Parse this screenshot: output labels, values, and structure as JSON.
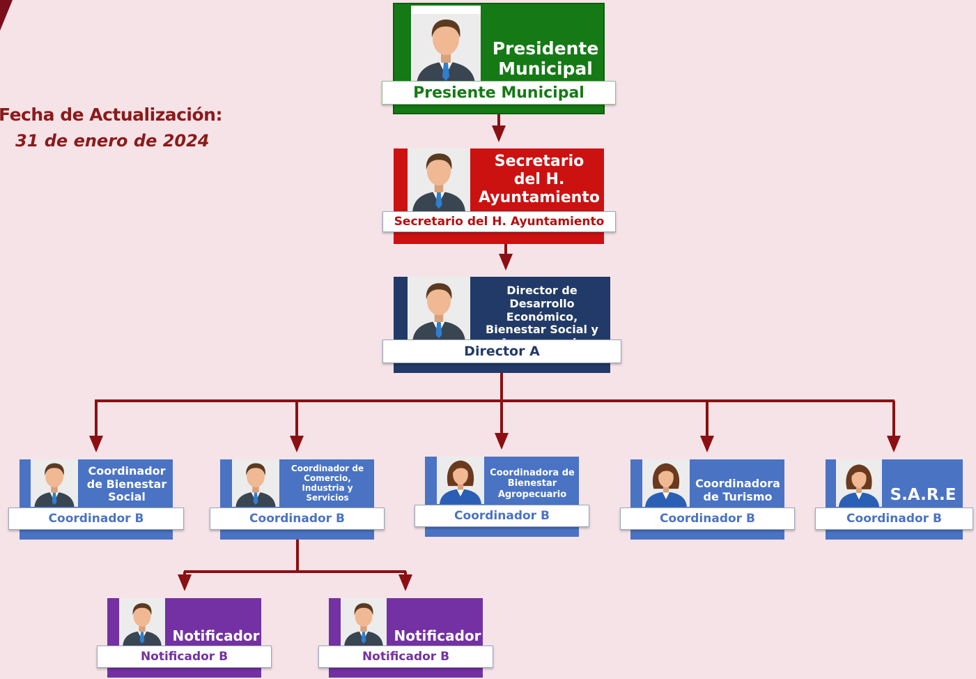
{
  "header": {
    "fecha_label": "Fecha de Actualización:",
    "fecha_date": "31 de enero de 2024"
  },
  "colors": {
    "connector": "#8b1013",
    "background": "#f5e3e8",
    "green": "#157a15",
    "red": "#cc1111",
    "navy": "#223a67",
    "blue": "#4a73c4",
    "purple": "#7431a3"
  },
  "nodes": {
    "presidente": {
      "title": "Presidente Municipal",
      "position": "Presiente Municipal",
      "icon": "male-avatar-icon"
    },
    "secretario": {
      "title": "Secretario del H. Ayuntamiento",
      "position": "Secretario del H. Ayuntamiento",
      "icon": "male-avatar-icon"
    },
    "director": {
      "title": "Director de Desarrollo Económico, Bienestar Social y Agropecuario",
      "position": "Director A",
      "icon": "male-avatar-icon"
    },
    "coord_bienestar": {
      "title": "Coordinador de Bienestar Social",
      "position": "Coordinador B",
      "icon": "male-avatar-icon"
    },
    "coord_comercio": {
      "title": "Coordinador de Comercio, Industria y Servicios",
      "position": "Coordinador B",
      "icon": "male-avatar-icon"
    },
    "coord_agropecuario": {
      "title": "Coordinadora de Bienestar Agropecuario",
      "position": "Coordinador B",
      "icon": "female-avatar-icon"
    },
    "coord_turismo": {
      "title": "Coordinadora de Turismo",
      "position": "Coordinador B",
      "icon": "female-avatar-icon"
    },
    "sare": {
      "title": "S.A.R.E",
      "position": "Coordinador B",
      "icon": "female-avatar-icon"
    },
    "notificador_1": {
      "title": "Notificador",
      "position": "Notificador B",
      "icon": "male-avatar-icon"
    },
    "notificador_2": {
      "title": "Notificador",
      "position": "Notificador B",
      "icon": "male-avatar-icon"
    }
  }
}
